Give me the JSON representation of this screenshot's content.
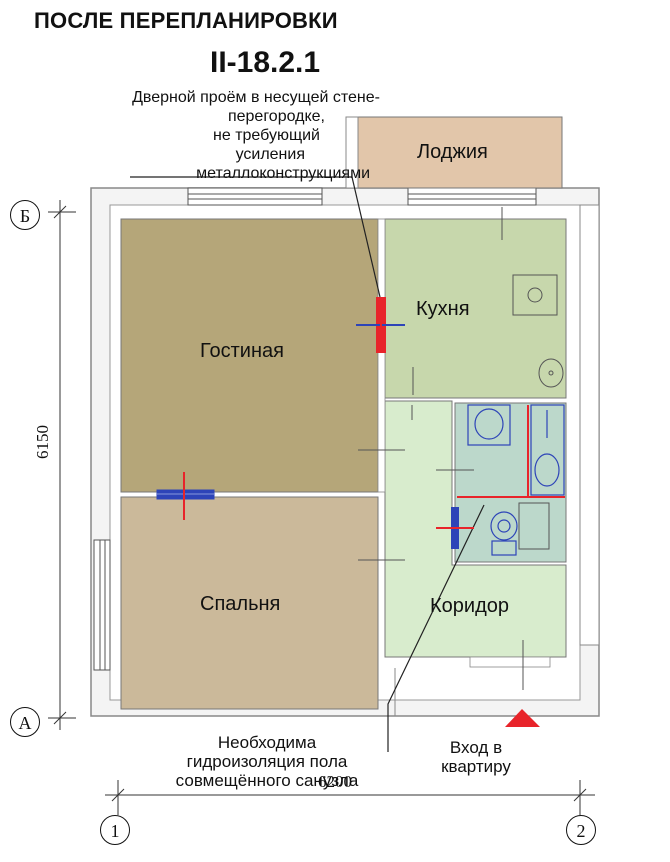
{
  "title": "ПОСЛЕ ПЕРЕПЛАНИРОВКИ",
  "series": "II-18.2.1",
  "note_top_lines": [
    "Дверной проём в несущей стене-",
    "перегородке,",
    "не требующий",
    "усиления",
    "металлоконструкциями"
  ],
  "rooms": {
    "loggia": "Лоджия",
    "kitchen": "Кухня",
    "living": "Гостиная",
    "bedroom": "Спальня",
    "corridor": "Коридор"
  },
  "note_bottom_lines": [
    "Необходима",
    "гидроизоляция пола",
    "совмещённого санузла"
  ],
  "entry_lines": [
    "Вход в",
    "квартиру"
  ],
  "dimensions": {
    "height": "6150",
    "width": "6200"
  },
  "axes": {
    "b": "Б",
    "a": "А",
    "one": "1",
    "two": "2"
  },
  "colors": {
    "living": "#b5a679",
    "bedroom": "#cbb99a",
    "kitchen": "#c7d7ac",
    "corridor": "#d8eccd",
    "bath": "#bcd8cb",
    "loggia": "#e2c6aa",
    "walls": "#ffffff",
    "outline": "#777777",
    "marker_red": "#e8242a",
    "marker_blue": "#2d44b8"
  }
}
